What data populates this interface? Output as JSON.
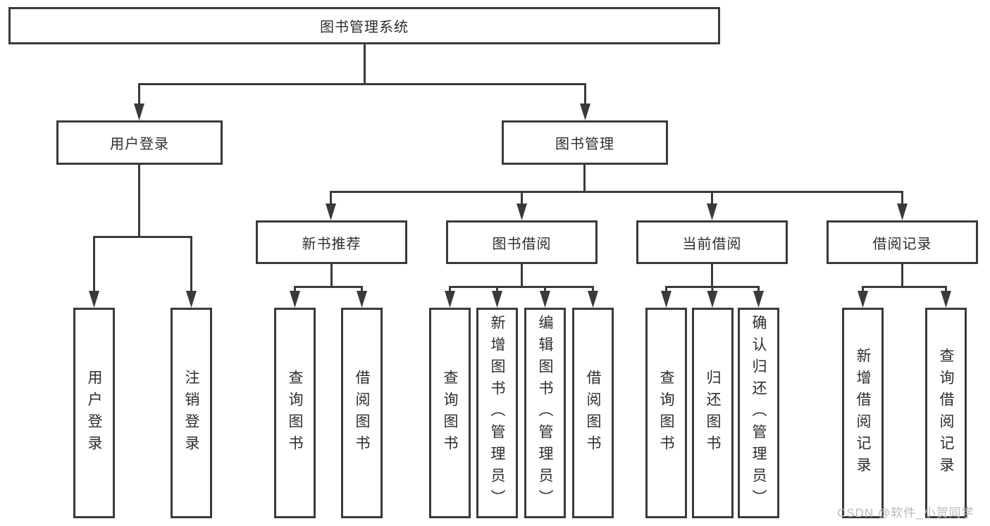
{
  "watermark": "CSDN @软件_小贺同学",
  "colors": {
    "line": "#3a3a3a",
    "text": "#2d2d2d",
    "watermark": "#b9b9b9",
    "background": "#ffffff"
  },
  "tree": {
    "root": {
      "label": "图书管理系统"
    },
    "branches": [
      {
        "label": "用户登录",
        "children": [
          {
            "label": "用户登录"
          },
          {
            "label": "注销登录"
          }
        ]
      },
      {
        "label": "图书管理",
        "children": [
          {
            "label": "新书推荐",
            "children": [
              {
                "label": "查询图书"
              },
              {
                "label": "借阅图书"
              }
            ]
          },
          {
            "label": "图书借阅",
            "children": [
              {
                "label": "查询图书"
              },
              {
                "label": "新增图书（管理员）"
              },
              {
                "label": "编辑图书（管理员）"
              },
              {
                "label": "借阅图书"
              }
            ]
          },
          {
            "label": "当前借阅",
            "children": [
              {
                "label": "查询图书"
              },
              {
                "label": "归还图书"
              },
              {
                "label": "确认归还（管理员）"
              }
            ]
          },
          {
            "label": "借阅记录",
            "children": [
              {
                "label": "新增借阅记录"
              },
              {
                "label": "查询借阅记录"
              }
            ]
          }
        ]
      }
    ]
  }
}
